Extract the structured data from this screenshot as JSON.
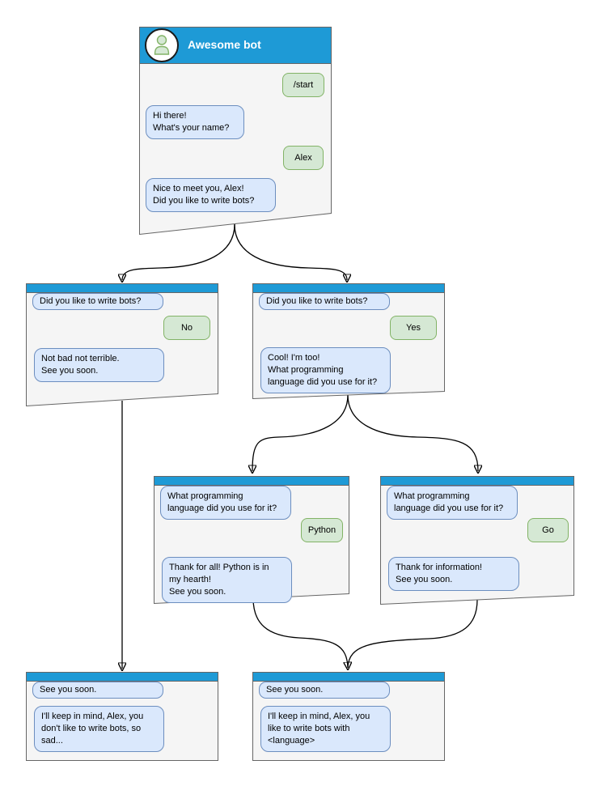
{
  "colors": {
    "header": "#1E9AD6",
    "window_bg": "#F5F5F5",
    "window_border": "#666666",
    "bot_bg": "#DAE8FC",
    "bot_border": "#6C8EBF",
    "user_bg": "#D5E8D4",
    "user_border": "#82B366",
    "connector": "#000000"
  },
  "windows": [
    {
      "id": "main",
      "title": "Awesome bot",
      "avatar_icon": "person-icon",
      "bubbles": [
        {
          "from": "user",
          "text": "/start"
        },
        {
          "from": "bot",
          "text": "Hi there!\nWhat's your name?"
        },
        {
          "from": "user",
          "text": "Alex"
        },
        {
          "from": "bot",
          "text": "Nice to meet you, Alex!\nDid you like to write bots?"
        }
      ]
    },
    {
      "id": "branch-no",
      "bubbles": [
        {
          "from": "bot",
          "text": "Did you like to write bots?"
        },
        {
          "from": "user",
          "text": "No"
        },
        {
          "from": "bot",
          "text": "Not bad not terrible.\nSee you soon."
        }
      ]
    },
    {
      "id": "branch-yes",
      "bubbles": [
        {
          "from": "bot",
          "text": "Did you like to write bots?"
        },
        {
          "from": "user",
          "text": "Yes"
        },
        {
          "from": "bot",
          "text": "Cool! I'm too!\nWhat programming\nlanguage did you use for it?"
        }
      ]
    },
    {
      "id": "branch-python",
      "bubbles": [
        {
          "from": "bot",
          "text": "What programming\nlanguage did you use for it?"
        },
        {
          "from": "user",
          "text": "Python"
        },
        {
          "from": "bot",
          "text": "Thank for all! Python is in\nmy hearth!\nSee you soon."
        }
      ]
    },
    {
      "id": "branch-go",
      "bubbles": [
        {
          "from": "bot",
          "text": "What programming\nlanguage did you use for it?"
        },
        {
          "from": "user",
          "text": "Go"
        },
        {
          "from": "bot",
          "text": "Thank for information!\nSee you soon."
        }
      ]
    },
    {
      "id": "end-no",
      "bubbles": [
        {
          "from": "bot",
          "text": "See you soon."
        },
        {
          "from": "bot",
          "text": "I'll keep in mind, Alex, you\ndon't like to write bots, so\nsad..."
        }
      ]
    },
    {
      "id": "end-yes",
      "bubbles": [
        {
          "from": "bot",
          "text": "See you soon."
        },
        {
          "from": "bot",
          "text": "I'll keep in mind, Alex, you\nlike to write bots with\n<language>"
        }
      ]
    }
  ]
}
